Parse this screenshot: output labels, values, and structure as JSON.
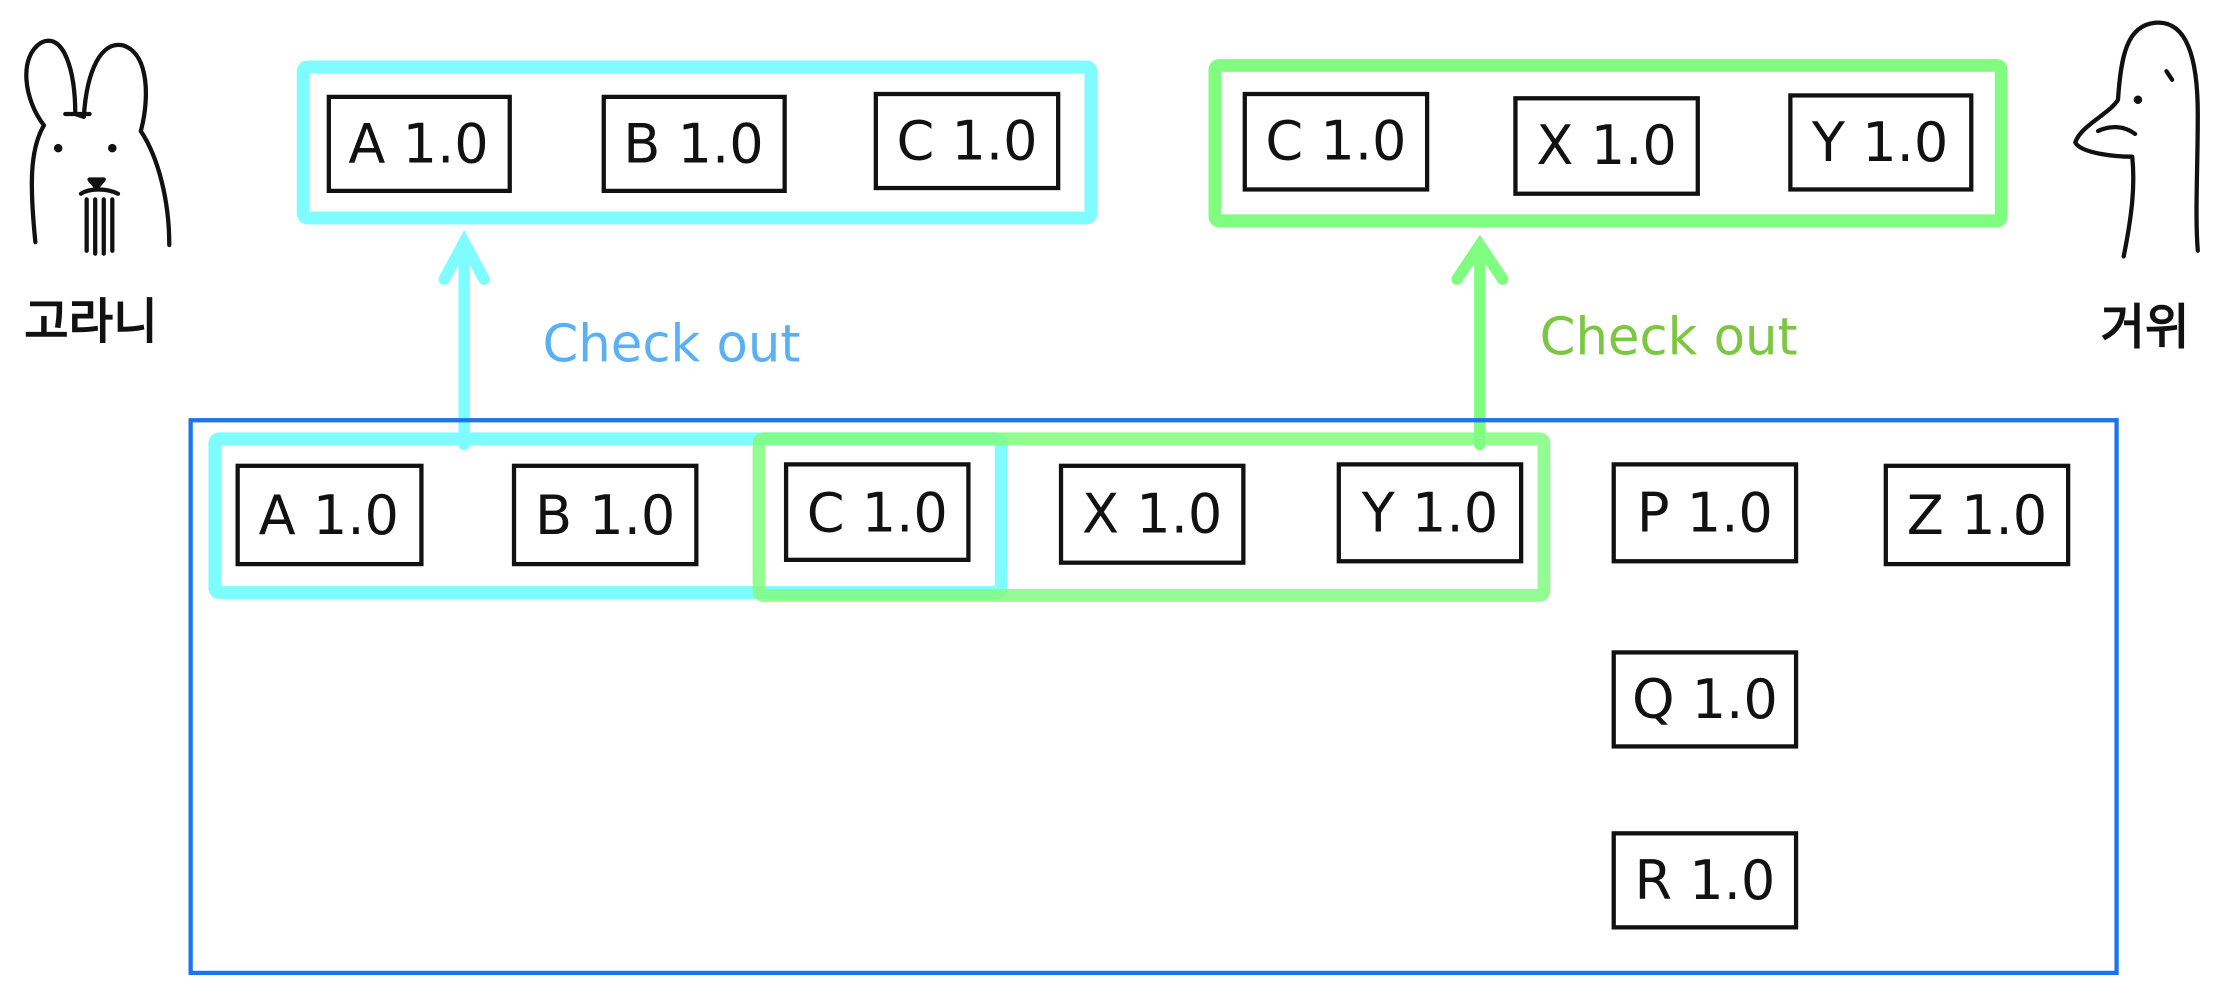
{
  "characters": {
    "left": {
      "name": "고라니",
      "icon": "water-deer-sketch-icon"
    },
    "right": {
      "name": "거위",
      "icon": "goose-sketch-icon"
    }
  },
  "checkouts": [
    {
      "label": "Check out",
      "color": "#5ab0f5",
      "group_color": "#7ffcff",
      "items": [
        "A 1.0",
        "B 1.0",
        "C 1.0"
      ]
    },
    {
      "label": "Check out",
      "color": "#7cc742",
      "group_color": "#80fc80",
      "items": [
        "C 1.0",
        "X 1.0",
        "Y 1.0"
      ]
    }
  ],
  "repository": {
    "border_color": "#1a73f0",
    "row": [
      "A 1.0",
      "B 1.0",
      "C 1.0",
      "X 1.0",
      "Y 1.0",
      "P 1.0",
      "Z 1.0"
    ],
    "column": [
      "Q 1.0",
      "R 1.0"
    ]
  }
}
